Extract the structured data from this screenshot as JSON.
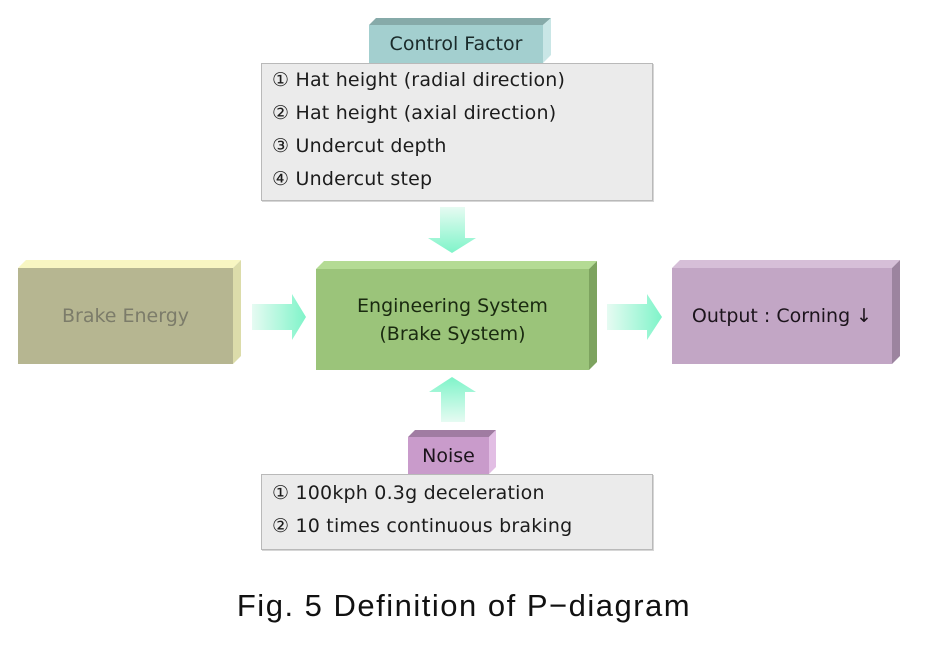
{
  "diagram": {
    "title": "P-diagram",
    "control_factor": {
      "label": "Control Factor",
      "items": [
        "① Hat height (radial direction)",
        "② Hat height (axial direction)",
        "③ Undercut depth",
        "④ Undercut step"
      ]
    },
    "input": {
      "label": "Brake Energy"
    },
    "system": {
      "line1": "Engineering System",
      "line2": "(Brake System)"
    },
    "output": {
      "label": "Output : Corning ↓"
    },
    "noise": {
      "label": "Noise",
      "items": [
        "① 100kph 0.3g deceleration",
        "② 10 times continuous braking"
      ]
    },
    "caption": "Fig. 5 Definition of P−diagram",
    "colors": {
      "control_factor_box": "#a3cfcf",
      "input_box": "#b6b691",
      "system_box": "#9bc47a",
      "output_box": "#c2a6c5",
      "noise_box": "#c99bcb",
      "list_box": "#ebebeb",
      "arrow": "#7ff4c9"
    }
  }
}
